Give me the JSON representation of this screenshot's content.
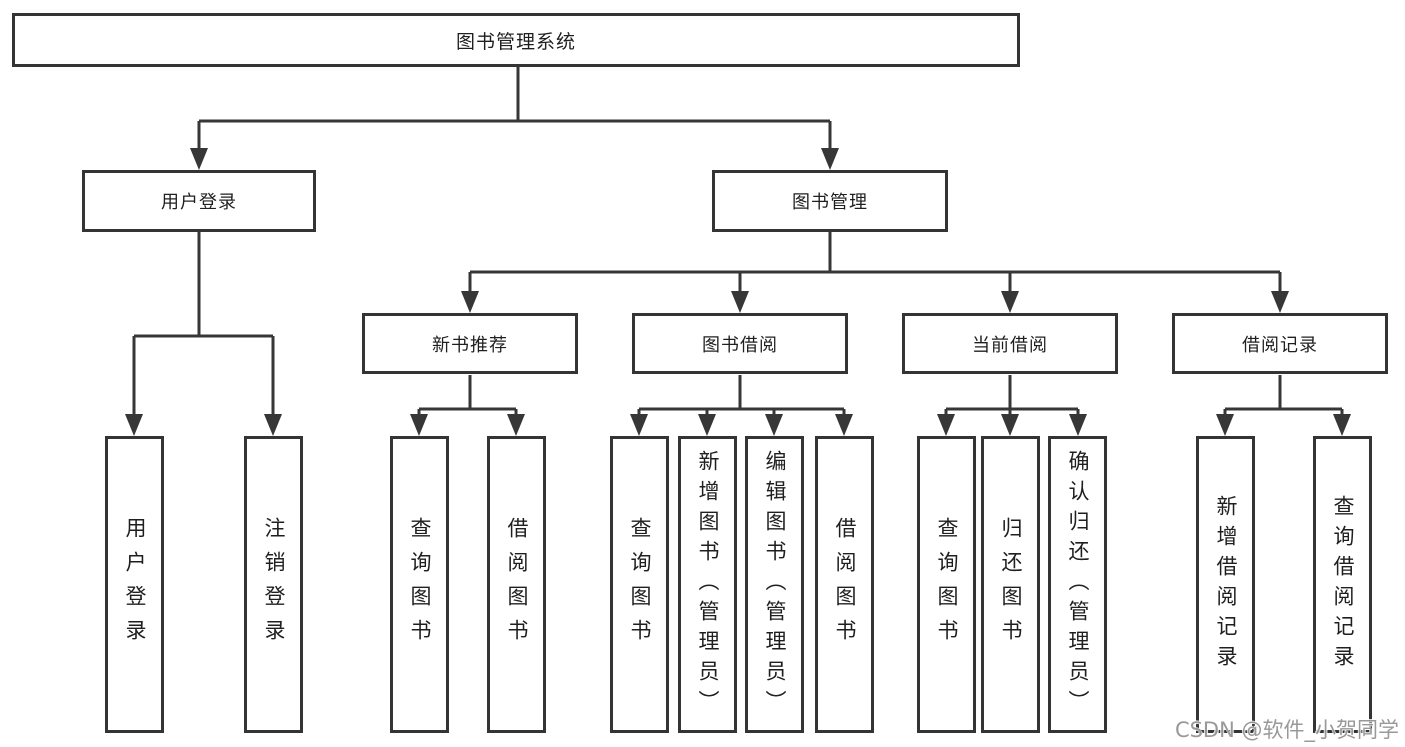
{
  "tree": {
    "root": "图书管理系统",
    "branches": [
      {
        "label": "用户登录",
        "leaves": [
          "用户登录",
          "注销登录"
        ]
      },
      {
        "label": "图书管理",
        "groups": [
          {
            "label": "新书推荐",
            "leaves": [
              "查询图书",
              "借阅图书"
            ]
          },
          {
            "label": "图书借阅",
            "leaves": [
              "查询图书",
              "新增图书（管理员）",
              "编辑图书（管理员）",
              "借阅图书"
            ]
          },
          {
            "label": "当前借阅",
            "leaves": [
              "查询图书",
              "归还图书",
              "确认归还（管理员）"
            ]
          },
          {
            "label": "借阅记录",
            "leaves": [
              "新增借阅记录",
              "查询借阅记录"
            ]
          }
        ]
      }
    ]
  },
  "watermark": {
    "text": "CSDN @软件_小贺同学"
  },
  "colors": {
    "background": "#ffffff",
    "line": "#373737",
    "border": "#343434",
    "text": "#1f1f1f",
    "watermark": "#949494"
  }
}
